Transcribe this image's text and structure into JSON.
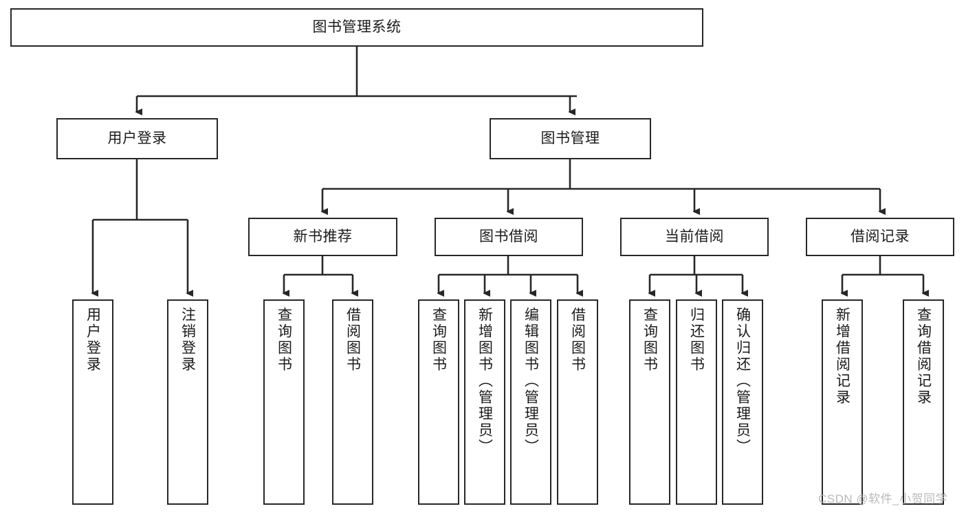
{
  "diagram": {
    "title": "图书管理系统",
    "type": "hierarchy-tree",
    "root": {
      "label": "图书管理系统"
    },
    "level2": [
      {
        "label": "用户登录"
      },
      {
        "label": "图书管理"
      }
    ],
    "level3": [
      {
        "label": "新书推荐"
      },
      {
        "label": "图书借阅"
      },
      {
        "label": "当前借阅"
      },
      {
        "label": "借阅记录"
      }
    ],
    "leaves": {
      "user_login": [
        {
          "label": "用户登录"
        },
        {
          "label": "注销登录"
        }
      ],
      "new_book": [
        {
          "label": "查询图书"
        },
        {
          "label": "借阅图书"
        }
      ],
      "book_borrow": [
        {
          "label": "查询图书"
        },
        {
          "label": "新增图书（管理员）"
        },
        {
          "label": "编辑图书（管理员）"
        },
        {
          "label": "借阅图书"
        }
      ],
      "current_borrow": [
        {
          "label": "查询图书"
        },
        {
          "label": "归还图书"
        },
        {
          "label": "确认归还（管理员）"
        }
      ],
      "borrow_record": [
        {
          "label": "新增借阅记录"
        },
        {
          "label": "查询借阅记录"
        }
      ]
    }
  },
  "watermark": {
    "text": "CSDN @软件_小贺同学"
  },
  "colors": {
    "stroke": "#272727",
    "text": "#1b1b1b",
    "background": "#ffffff",
    "watermark": "#b9b9b9"
  }
}
